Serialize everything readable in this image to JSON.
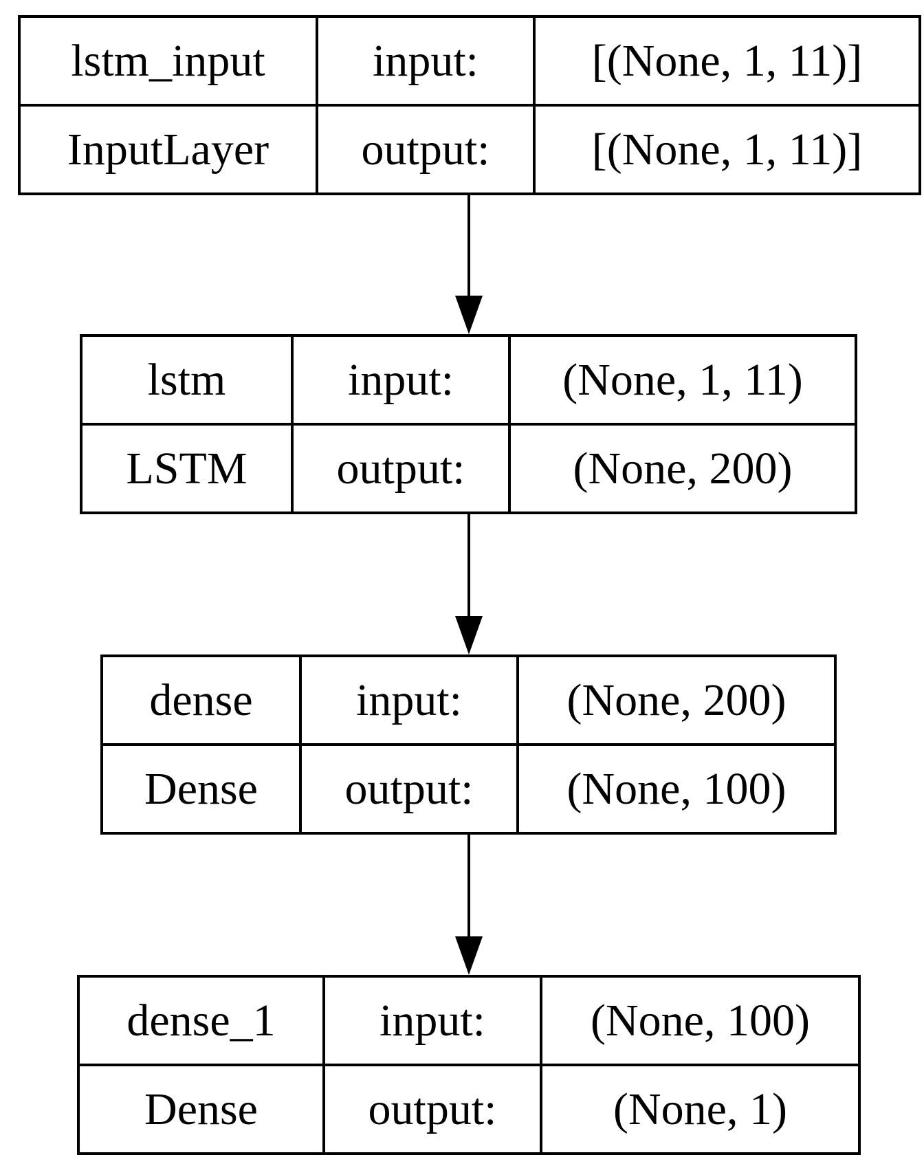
{
  "layers": [
    {
      "name": "lstm_input",
      "type": "InputLayer",
      "input_label": "input:",
      "output_label": "output:",
      "input_shape": "[(None, 1, 11)]",
      "output_shape": "[(None, 1, 11)]"
    },
    {
      "name": "lstm",
      "type": "LSTM",
      "input_label": "input:",
      "output_label": "output:",
      "input_shape": "(None, 1, 11)",
      "output_shape": "(None, 200)"
    },
    {
      "name": "dense",
      "type": "Dense",
      "input_label": "input:",
      "output_label": "output:",
      "input_shape": "(None, 200)",
      "output_shape": "(None, 100)"
    },
    {
      "name": "dense_1",
      "type": "Dense",
      "input_label": "input:",
      "output_label": "output:",
      "input_shape": "(None, 100)",
      "output_shape": "(None, 1)"
    }
  ],
  "edges": [
    {
      "from": "lstm_input",
      "to": "lstm"
    },
    {
      "from": "lstm",
      "to": "dense"
    },
    {
      "from": "dense",
      "to": "dense_1"
    }
  ]
}
